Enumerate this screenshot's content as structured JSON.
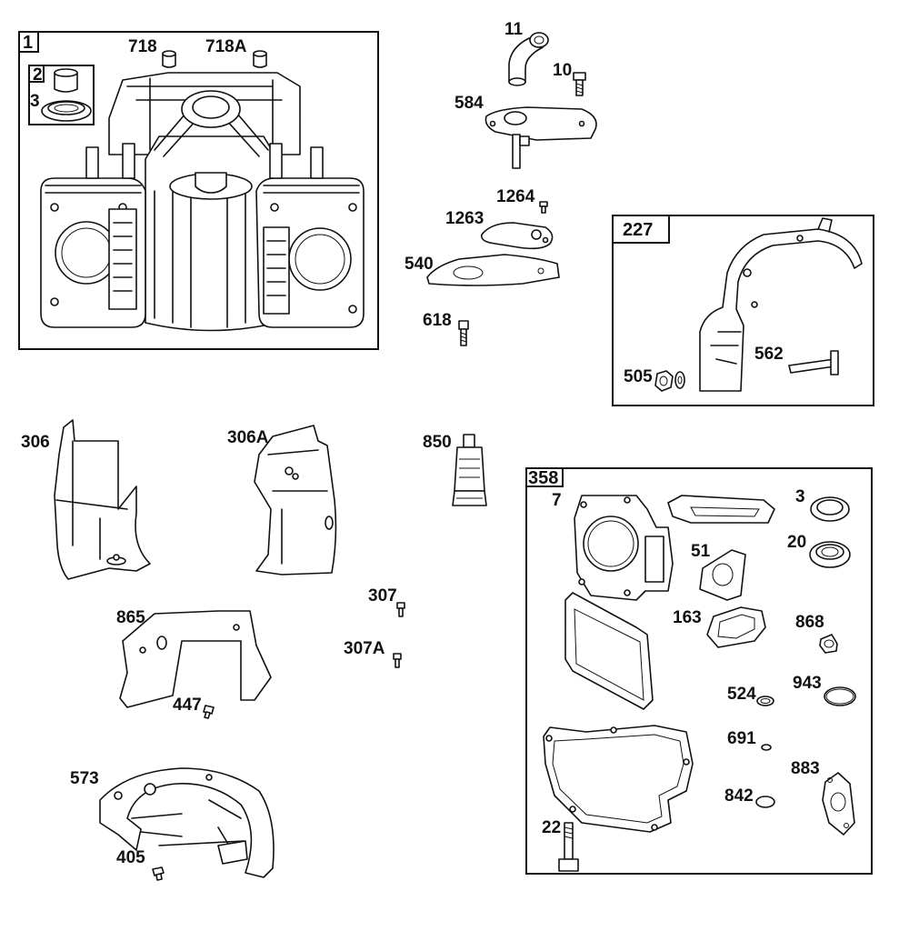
{
  "groups": {
    "g1": {
      "number": "1"
    },
    "g227": {
      "number": "227"
    },
    "g358": {
      "number": "358"
    }
  },
  "callouts": {
    "c718": "718",
    "c718A": "718A",
    "c2": "2",
    "c3a": "3",
    "c11": "11",
    "c10": "10",
    "c584": "584",
    "c1264": "1264",
    "c1263": "1263",
    "c540": "540",
    "c618": "618",
    "c562": "562",
    "c505": "505",
    "c306": "306",
    "c306A": "306A",
    "c850": "850",
    "c307": "307",
    "c307A": "307A",
    "c865": "865",
    "c447": "447",
    "c573": "573",
    "c405": "405",
    "c7": "7",
    "c3b": "3",
    "c20": "20",
    "c51": "51",
    "c163": "163",
    "c868": "868",
    "c524": "524",
    "c943": "943",
    "c691": "691",
    "c883": "883",
    "c842": "842",
    "c22": "22"
  },
  "icons": {
    "cylinder-block": "cylinder-block-icon",
    "bushing": "bushing-icon",
    "oil-seal": "oil-seal-icon",
    "elbow-tube": "elbow-tube-icon",
    "bolt": "bolt-icon",
    "screw": "screw-icon",
    "bracket": "bracket-icon",
    "gasket": "gasket-icon",
    "plate": "plate-icon",
    "baffle": "baffle-icon",
    "sealant-tube": "sealant-tube-icon",
    "guard": "guard-icon",
    "o-ring": "o-ring-icon",
    "washer": "washer-icon",
    "nut": "nut-icon",
    "plug": "plug-icon"
  }
}
